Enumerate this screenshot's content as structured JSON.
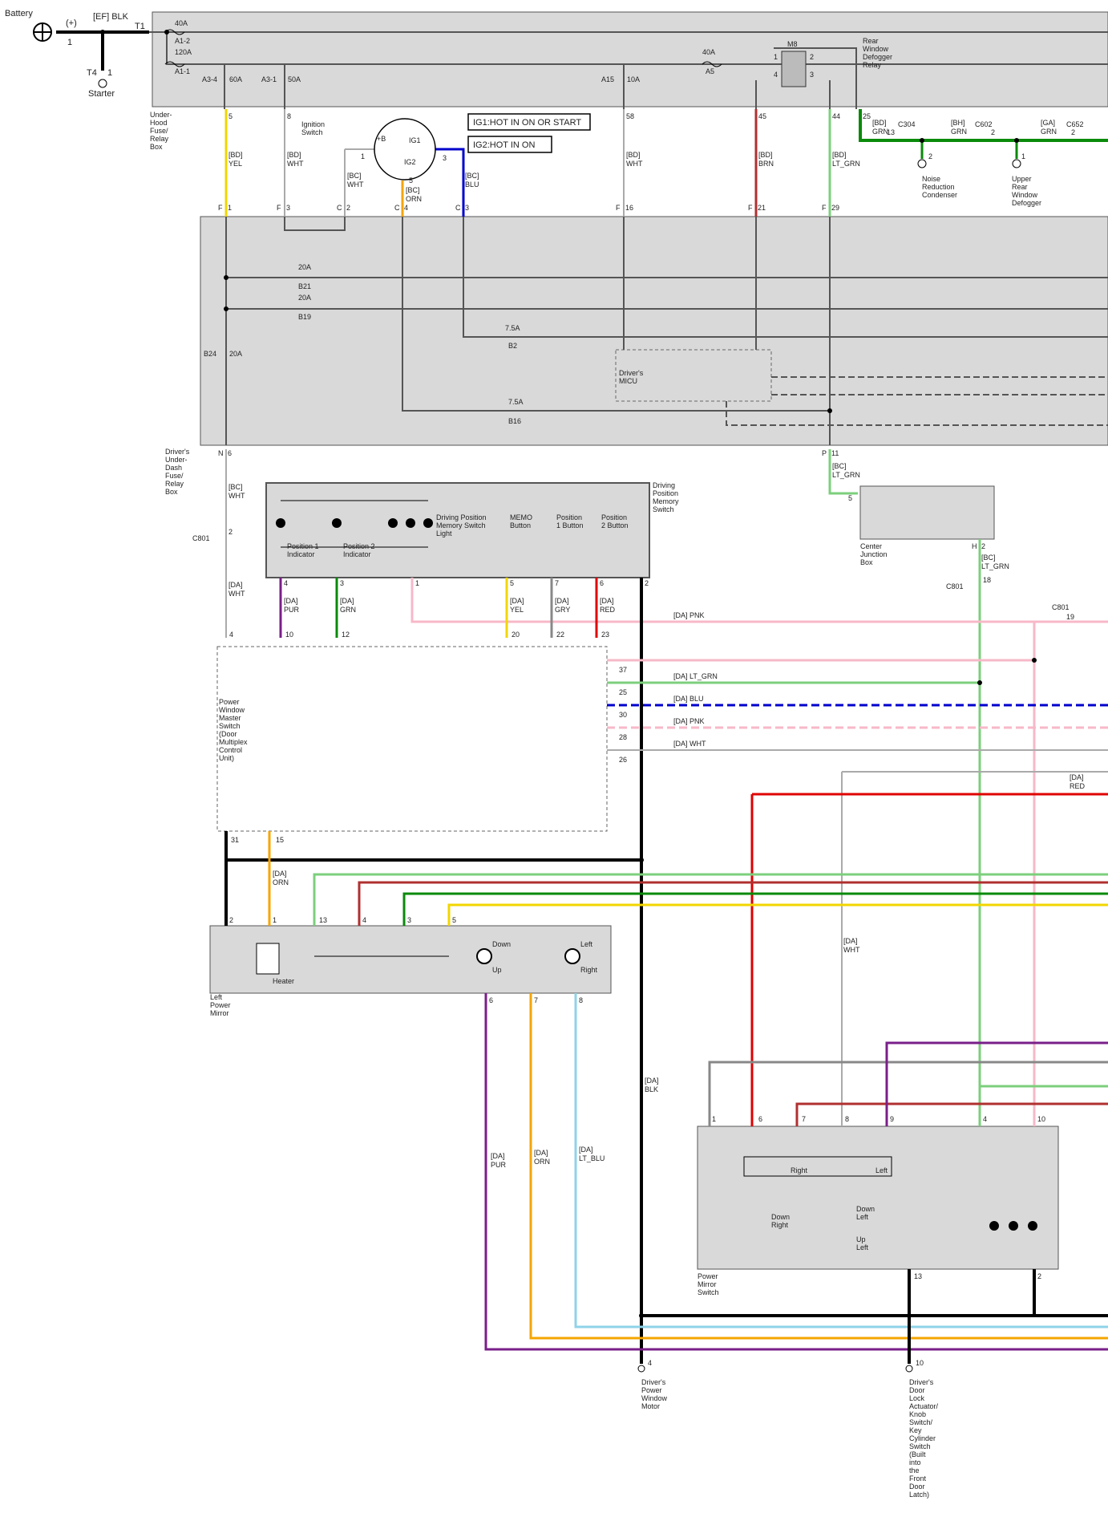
{
  "components": {
    "battery": "Battery",
    "battery_pos": "(+)",
    "battery_pin": "1",
    "starter": "Starter",
    "starter_conn": "T4",
    "starter_pin": "1",
    "bat_wire": "[EF] BLK",
    "t1": "T1",
    "under_hood": [
      "Under-",
      "Hood",
      "Fuse/",
      "Relay",
      "Box"
    ],
    "ignition_switch": [
      "Ignition",
      "Switch"
    ],
    "ig_terms": {
      "b": "+B",
      "ig1": "IG1",
      "ig2": "IG2",
      "p1": "1",
      "p3": "3",
      "p5": "5"
    },
    "ig1_note": "IG1:HOT IN ON OR START",
    "ig2_note": "IG2:HOT IN ON",
    "rear_defog_relay": [
      "Rear",
      "Window",
      "Defogger",
      "Relay"
    ],
    "m8": "M8",
    "noise_cond": [
      "Noise",
      "Reduction",
      "Condenser"
    ],
    "upper_defog": [
      "Upper",
      "Rear",
      "Window",
      "Defogger"
    ],
    "under_dash": [
      "Driver's",
      "Under-",
      "Dash",
      "Fuse/",
      "Relay",
      "Box"
    ],
    "micu": [
      "Driver's",
      "MICU"
    ],
    "dpms": [
      "Driving",
      "Position",
      "Memory",
      "Switch"
    ],
    "dpms_parts": {
      "p1_ind": [
        "Position 1",
        "Indicator"
      ],
      "p2_ind": [
        "Position 2",
        "Indicator"
      ],
      "light": [
        "Driving Position",
        "Memory Switch",
        "Light"
      ],
      "memo": [
        "MEMO",
        "Button"
      ],
      "pos1": [
        "Position",
        "1 Button"
      ],
      "pos2": [
        "Position",
        "2 Button"
      ]
    },
    "cjb": [
      "Center",
      "Junction",
      "Box"
    ],
    "pwms": [
      "Power",
      "Window",
      "Master",
      "Switch",
      "(Door",
      "Multiplex",
      "Control",
      "Unit)"
    ],
    "lpm": [
      "Left",
      "Power",
      "Mirror"
    ],
    "lpm_parts": {
      "heater": "Heater",
      "down": "Down",
      "up": "Up",
      "left": "Left",
      "right": "Right"
    },
    "pms": [
      "Power",
      "Mirror",
      "Switch"
    ],
    "pms_parts": {
      "right": "Right",
      "left": "Left",
      "down_right": [
        "Down",
        "Right"
      ],
      "down_left": [
        "Down",
        "Left"
      ],
      "up_left": [
        "Up",
        "Left"
      ]
    },
    "dpwm": [
      "Driver's",
      "Power",
      "Window",
      "Motor"
    ],
    "ddla": [
      "Driver's",
      "Door",
      "Lock",
      "Actuator/",
      "Knob",
      "Switch/",
      "Key",
      "Cylinder",
      "Switch",
      "(Built",
      "into",
      "the",
      "Front",
      "Door",
      "Latch)"
    ]
  },
  "fuses": [
    {
      "amp": "40A",
      "id": "A1-2"
    },
    {
      "amp": "120A",
      "id": "A1-1"
    },
    {
      "amp": "60A",
      "id": "A3-4"
    },
    {
      "amp": "50A",
      "id": "A3-1"
    },
    {
      "amp": "10A",
      "id": "A15"
    },
    {
      "amp": "40A",
      "id": "A5"
    },
    {
      "amp": "20A",
      "id": "B21"
    },
    {
      "amp": "20A",
      "id": "B19"
    },
    {
      "amp": "20A",
      "id": "B24"
    },
    {
      "amp": "7.5A",
      "id": "B2"
    },
    {
      "amp": "7.5A",
      "id": "B16"
    }
  ],
  "wire_labels": [
    [
      "[BD]",
      "YEL"
    ],
    [
      "[BD]",
      "WHT"
    ],
    [
      "[BC]",
      "WHT"
    ],
    [
      "[BC]",
      "ORN"
    ],
    [
      "[BC]",
      "BLU"
    ],
    [
      "[BD]",
      "WHT"
    ],
    [
      "[BD]",
      "BRN"
    ],
    [
      "[BD]",
      "LT_GRN"
    ],
    [
      "[BD]",
      "GRN"
    ],
    [
      "[BH]",
      "GRN"
    ],
    [
      "[GA]",
      "GRN"
    ],
    [
      "[BC]",
      "WHT"
    ],
    [
      "[DA]",
      "WHT"
    ],
    [
      "[BC]",
      "LT_GRN"
    ],
    [
      "[BC]",
      "LT_GRN"
    ],
    [
      "[DA]",
      "PUR"
    ],
    [
      "[DA]",
      "GRN"
    ],
    [
      "[DA]",
      "YEL"
    ],
    [
      "[DA]",
      "GRY"
    ],
    [
      "[DA]",
      "RED"
    ],
    [
      "[DA]",
      "PNK"
    ],
    [
      "[DA]",
      "LT_GRN"
    ],
    [
      "[DA]",
      "BLU"
    ],
    [
      "[DA]",
      "PNK"
    ],
    [
      "[DA]",
      "WHT"
    ],
    [
      "[DA]",
      "RED"
    ],
    [
      "[DA]",
      "ORN"
    ],
    [
      "[DA]",
      "WHT"
    ],
    [
      "[DA]",
      "BLK"
    ],
    [
      "[DA]",
      "PUR"
    ],
    [
      "[DA]",
      "ORN"
    ],
    [
      "[DA]",
      "LT_BLU"
    ]
  ],
  "pins": {
    "uh": [
      "5",
      "8",
      "58",
      "45",
      "44",
      "25"
    ],
    "c304": "C304",
    "c304_pin": "13",
    "c602": "C602",
    "c602_pin": "2",
    "c652": "C652",
    "c652_pin": "2",
    "nrc_pin": "2",
    "urd_pin": "1",
    "relay": [
      "1",
      "2",
      "4",
      "3"
    ],
    "ud": [
      "F",
      "1",
      "F",
      "3",
      "C",
      "2",
      "C",
      "4",
      "C",
      "3",
      "F",
      "16",
      "F",
      "21",
      "F",
      "29"
    ],
    "ud_bot": [
      "N",
      "6",
      "P",
      "11"
    ],
    "c801": "C801",
    "c801_pin": "2",
    "c801_b": "C801",
    "c801_b_pin": "18",
    "c801_c": "C801",
    "c801_c_pin": "19",
    "cjb_pins": [
      "5",
      "H",
      "2"
    ],
    "dpms_pins": [
      "4",
      "3",
      "1",
      "5",
      "7",
      "6",
      "2"
    ],
    "pwms_top": [
      "4",
      "10",
      "12",
      "20",
      "22",
      "23"
    ],
    "pwms_right": [
      "37",
      "25",
      "30",
      "28",
      "26"
    ],
    "pwms_bot": [
      "31",
      "15"
    ],
    "lpm_top": [
      "2",
      "1",
      "13",
      "4",
      "3",
      "5"
    ],
    "lpm_bot": [
      "6",
      "7",
      "8"
    ],
    "pms_top": [
      "1",
      "6",
      "7",
      "8",
      "9",
      "4",
      "10"
    ],
    "pms_bot": [
      "13",
      "2"
    ],
    "dpwm_pin": "4",
    "ddla_pin": "10"
  },
  "colors": {
    "box": "#d9d9d9",
    "yel": "#f2d600",
    "red": "#e00000",
    "brn": "#b03030",
    "grn": "#0a8a0a",
    "ltgrn": "#7ccf7c",
    "blu": "#0000cc",
    "orn": "#f5a500",
    "pnk": "#f7b8c8",
    "pur": "#7a1f8a",
    "gry": "#888888",
    "ltblu": "#8fd3e8",
    "blk": "#000000",
    "wht": "#aaaaaa"
  }
}
